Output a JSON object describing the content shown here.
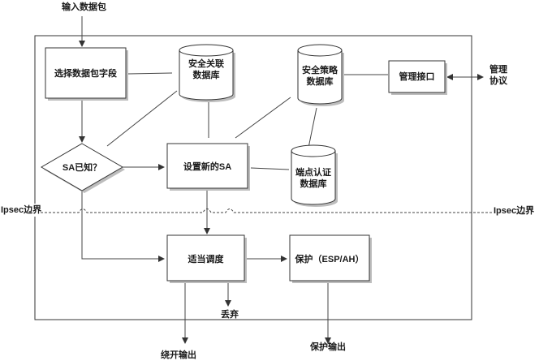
{
  "labels": {
    "input": "输入数据包",
    "select_field": "选择数据包字段",
    "sa_db": [
      "安全关联",
      "数据库"
    ],
    "policy_db": [
      "安全策略",
      "数据库"
    ],
    "mgmt_if": "管理接口",
    "mgmt_proto": [
      "管理",
      "协议"
    ],
    "sa_known": "SA已知？",
    "set_new_sa": "设置新的SA",
    "endpoint_db": [
      "端点认证",
      "数据库"
    ],
    "ipsec_boundary_left": "Ipsec边界",
    "ipsec_boundary_right": "Ipsec边界",
    "schedule": "适当调度",
    "protect": "保护（ESP/AH）",
    "discard": "丢弃",
    "bypass_out": "绕开输出",
    "protect_out": "保护输出"
  }
}
